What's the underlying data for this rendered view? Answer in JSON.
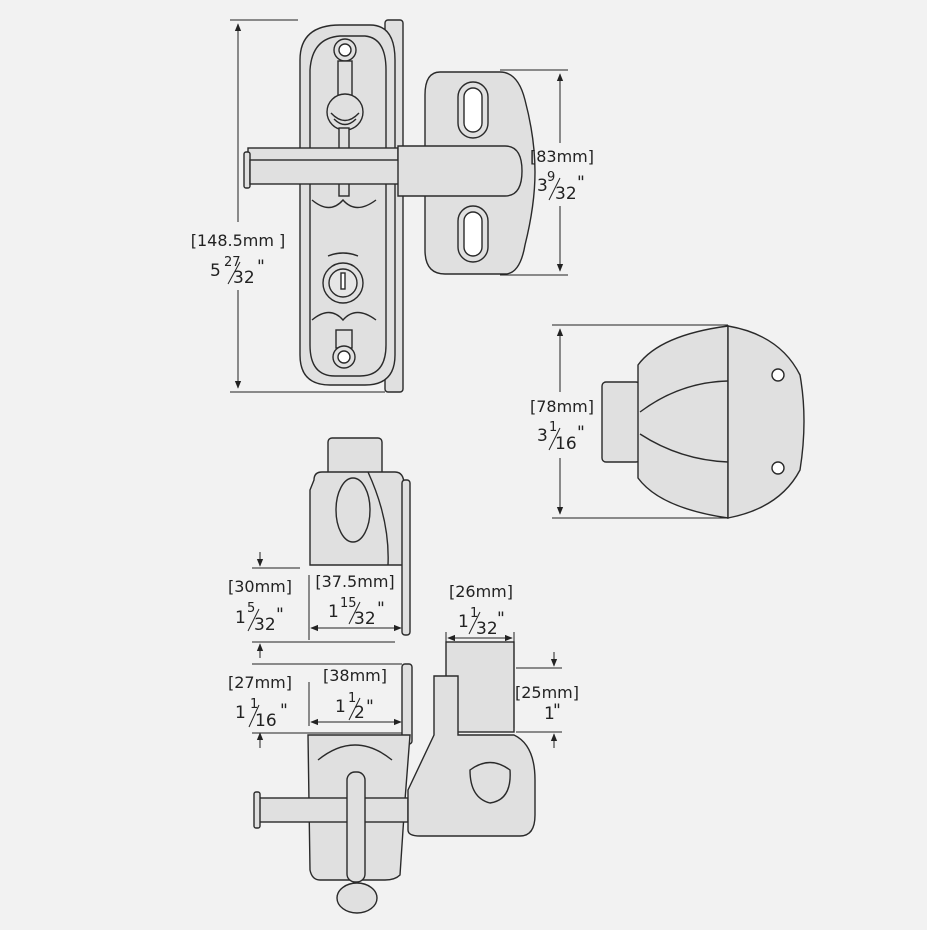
{
  "diagram": {
    "type": "technical-dimension-drawing",
    "subject": "gate latch with key lock and keeper",
    "colors": {
      "background": "#f2f2f2",
      "part_fill": "#e0e0e0",
      "line": "#2a2a2a"
    },
    "views": [
      {
        "name": "front-view-latch-and-keeper"
      },
      {
        "name": "side-view-keeper"
      },
      {
        "name": "top-view-latch-head"
      },
      {
        "name": "bottom-view-latch-and-keeper"
      }
    ],
    "dimensions": {
      "overall_height": {
        "mm": "[148.5mm ]",
        "whole": "5",
        "num": "27",
        "den": "32",
        "unit": "\""
      },
      "keeper_height": {
        "mm": "[83mm]",
        "whole": "3",
        "num": "9",
        "den": "32",
        "unit": "\""
      },
      "keeper_depth": {
        "mm": "[78mm]",
        "whole": "3",
        "num": "1",
        "den": "16",
        "unit": "\""
      },
      "head_offset_top": {
        "mm": "[30mm]",
        "whole": "1",
        "num": "5",
        "den": "32",
        "unit": "\""
      },
      "head_width_top": {
        "mm": "[37.5mm]",
        "whole": "1",
        "num": "15",
        "den": "32",
        "unit": "\""
      },
      "keeper_width": {
        "mm": "[26mm]",
        "whole": "1",
        "num": "1",
        "den": "32",
        "unit": "\""
      },
      "head_offset_bottom": {
        "mm": "[27mm]",
        "whole": "1",
        "num": "1",
        "den": "16",
        "unit": "\""
      },
      "head_width_bottom": {
        "mm": "[38mm]",
        "whole": "1",
        "num": "1",
        "den": "2",
        "unit": "\""
      },
      "keeper_thickness": {
        "mm": "[25mm]",
        "whole": "1",
        "unit": "\""
      }
    }
  }
}
